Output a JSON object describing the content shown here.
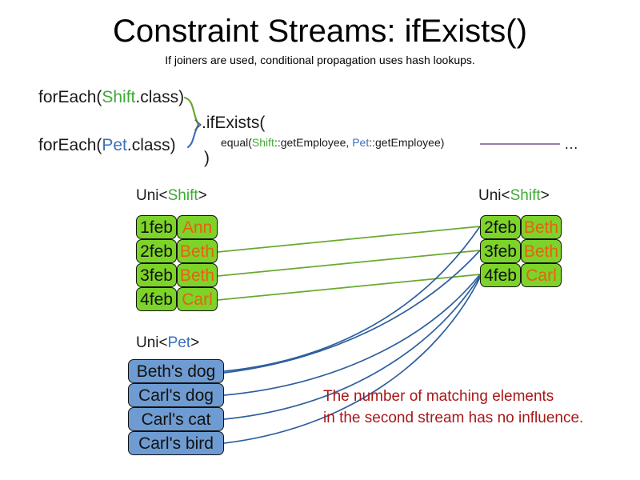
{
  "title": "Constraint Streams: ifExists()",
  "subtitle": "If joiners are used, conditional propagation uses hash lookups.",
  "code": {
    "foreach_shift_prefix": "forEach(",
    "foreach_shift_type": "Shift",
    "foreach_shift_suffix": ".class)",
    "foreach_pet_prefix": "forEach(",
    "foreach_pet_type": "Pet",
    "foreach_pet_suffix": ".class)",
    "if_exists": ".ifExists(",
    "equal_prefix": "equal(",
    "equal_shift_type": "Shift",
    "equal_shift_method": "::getEmployee, ",
    "equal_pet_type": "Pet",
    "equal_pet_method": "::getEmployee)",
    "close_paren": ")",
    "ellipsis": "…"
  },
  "streams": {
    "left_shift": {
      "label_prefix": "Uni<",
      "label_type": "Shift",
      "label_suffix": ">",
      "rows": [
        {
          "date": "1feb",
          "name": "Ann"
        },
        {
          "date": "2feb",
          "name": "Beth"
        },
        {
          "date": "3feb",
          "name": "Beth"
        },
        {
          "date": "4feb",
          "name": "Carl"
        }
      ]
    },
    "right_shift": {
      "label_prefix": "Uni<",
      "label_type": "Shift",
      "label_suffix": ">",
      "rows": [
        {
          "date": "2feb",
          "name": "Beth"
        },
        {
          "date": "3feb",
          "name": "Beth"
        },
        {
          "date": "4feb",
          "name": "Carl"
        }
      ]
    },
    "pet": {
      "label_prefix": "Uni<",
      "label_type": "Pet",
      "label_suffix": ">",
      "rows": [
        {
          "name": "Beth's dog"
        },
        {
          "name": "Carl's dog"
        },
        {
          "name": "Carl's cat"
        },
        {
          "name": "Carl's bird"
        }
      ]
    }
  },
  "note": {
    "line1": "The number of matching elements",
    "line2": "in the second stream has no influence."
  },
  "colors": {
    "shift_green": "#3faa35",
    "pet_blue": "#3b6fbf",
    "box_green": "#7dd32a",
    "box_blue": "#6e9bd1",
    "name_orange": "#e8610f",
    "note_red": "#a81818",
    "link_green": "#6aa92f",
    "link_blue": "#2f5f9e",
    "rule_purple": "#8b6b99"
  }
}
